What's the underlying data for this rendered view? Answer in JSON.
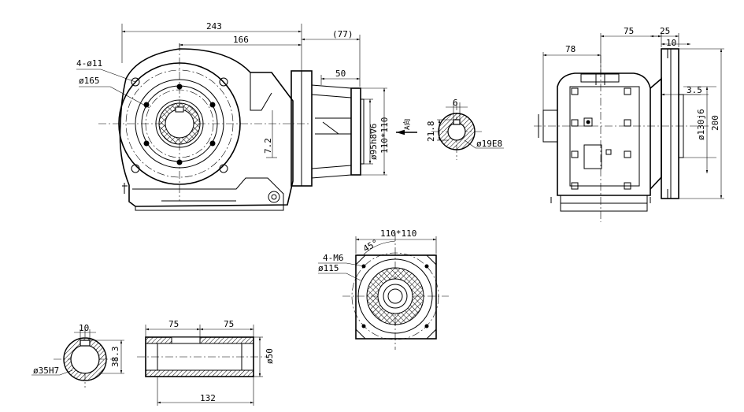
{
  "side_view": {
    "dim_overall_length": "243",
    "dim_shaft_offset": "166",
    "dim_flange_offset": "(77)",
    "dim_flange_thickness": "50",
    "dim_bolt_holes": "4-ø11",
    "dim_bolt_circle": "ø165",
    "dim_shaft_height": "7.2",
    "dim_pilot_diameter": "ø95h8∇6",
    "dim_flange_square": "110*110",
    "view_arrow_label": "A向"
  },
  "keyway_view": {
    "dim_key_width": "6",
    "dim_key_depth": "21.8",
    "dim_bore": "ø19E8"
  },
  "end_view": {
    "dim_78": "78",
    "dim_75": "75",
    "dim_25": "25",
    "dim_10": "10",
    "dim_3_5": "3.5",
    "dim_spigot": "ø130j6",
    "dim_flange_height": "200"
  },
  "view_a": {
    "dim_square": "110*110",
    "dim_angle": "45°",
    "dim_tapped_holes": "4-M6",
    "dim_pcd": "ø115"
  },
  "hollow_shaft": {
    "dim_key_width": "10",
    "dim_key_depth": "38.3",
    "dim_bore": "ø35H7"
  },
  "shaft_section": {
    "dim_left": "75",
    "dim_right": "75",
    "dim_total": "132",
    "dim_outer_dia": "ø50"
  }
}
